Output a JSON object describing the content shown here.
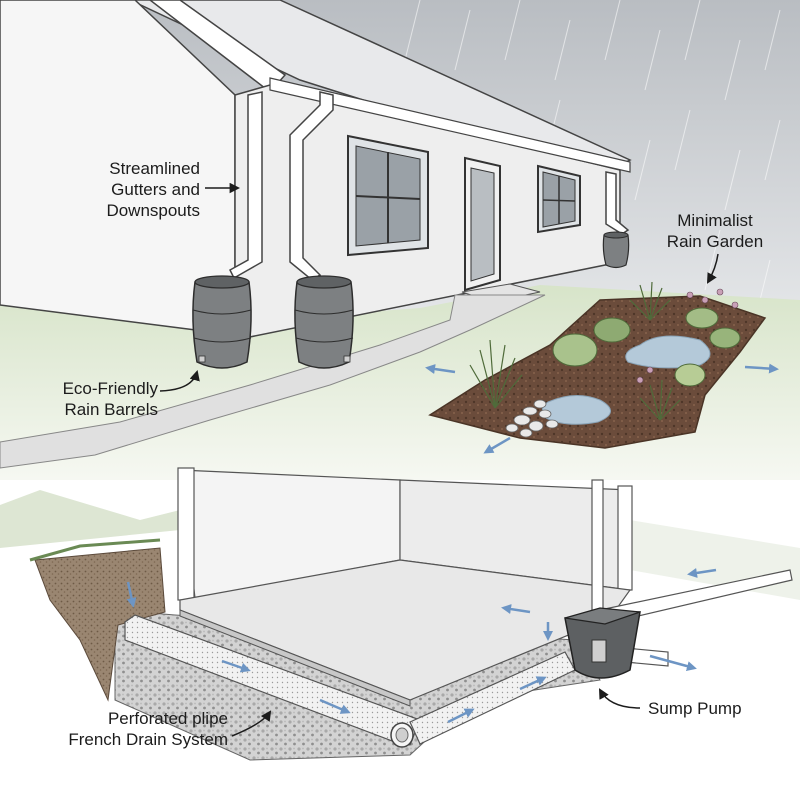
{
  "labels": {
    "gutters": [
      "Streamlined",
      "Gutters and",
      "Downspouts"
    ],
    "rain_garden": [
      "Minimalist",
      "Rain Garden"
    ],
    "rain_barrels": [
      "Eco-Friendly",
      "Rain Barrels"
    ],
    "french_drain": [
      "Perforated plipe",
      "French Drain System"
    ],
    "sump_pump": "Sump Pump"
  },
  "colors": {
    "house_wall": "#f3f3f3",
    "sky_rain": "#c9ccd0",
    "lawn": "#e3ecd9",
    "mulch": "#6b4c3b",
    "barrel": "#7d8082",
    "water": "#b4c9d9",
    "flow_arrow": "#6d95c4",
    "gravel": "#bdbdbd",
    "soil": "#8a7560"
  }
}
